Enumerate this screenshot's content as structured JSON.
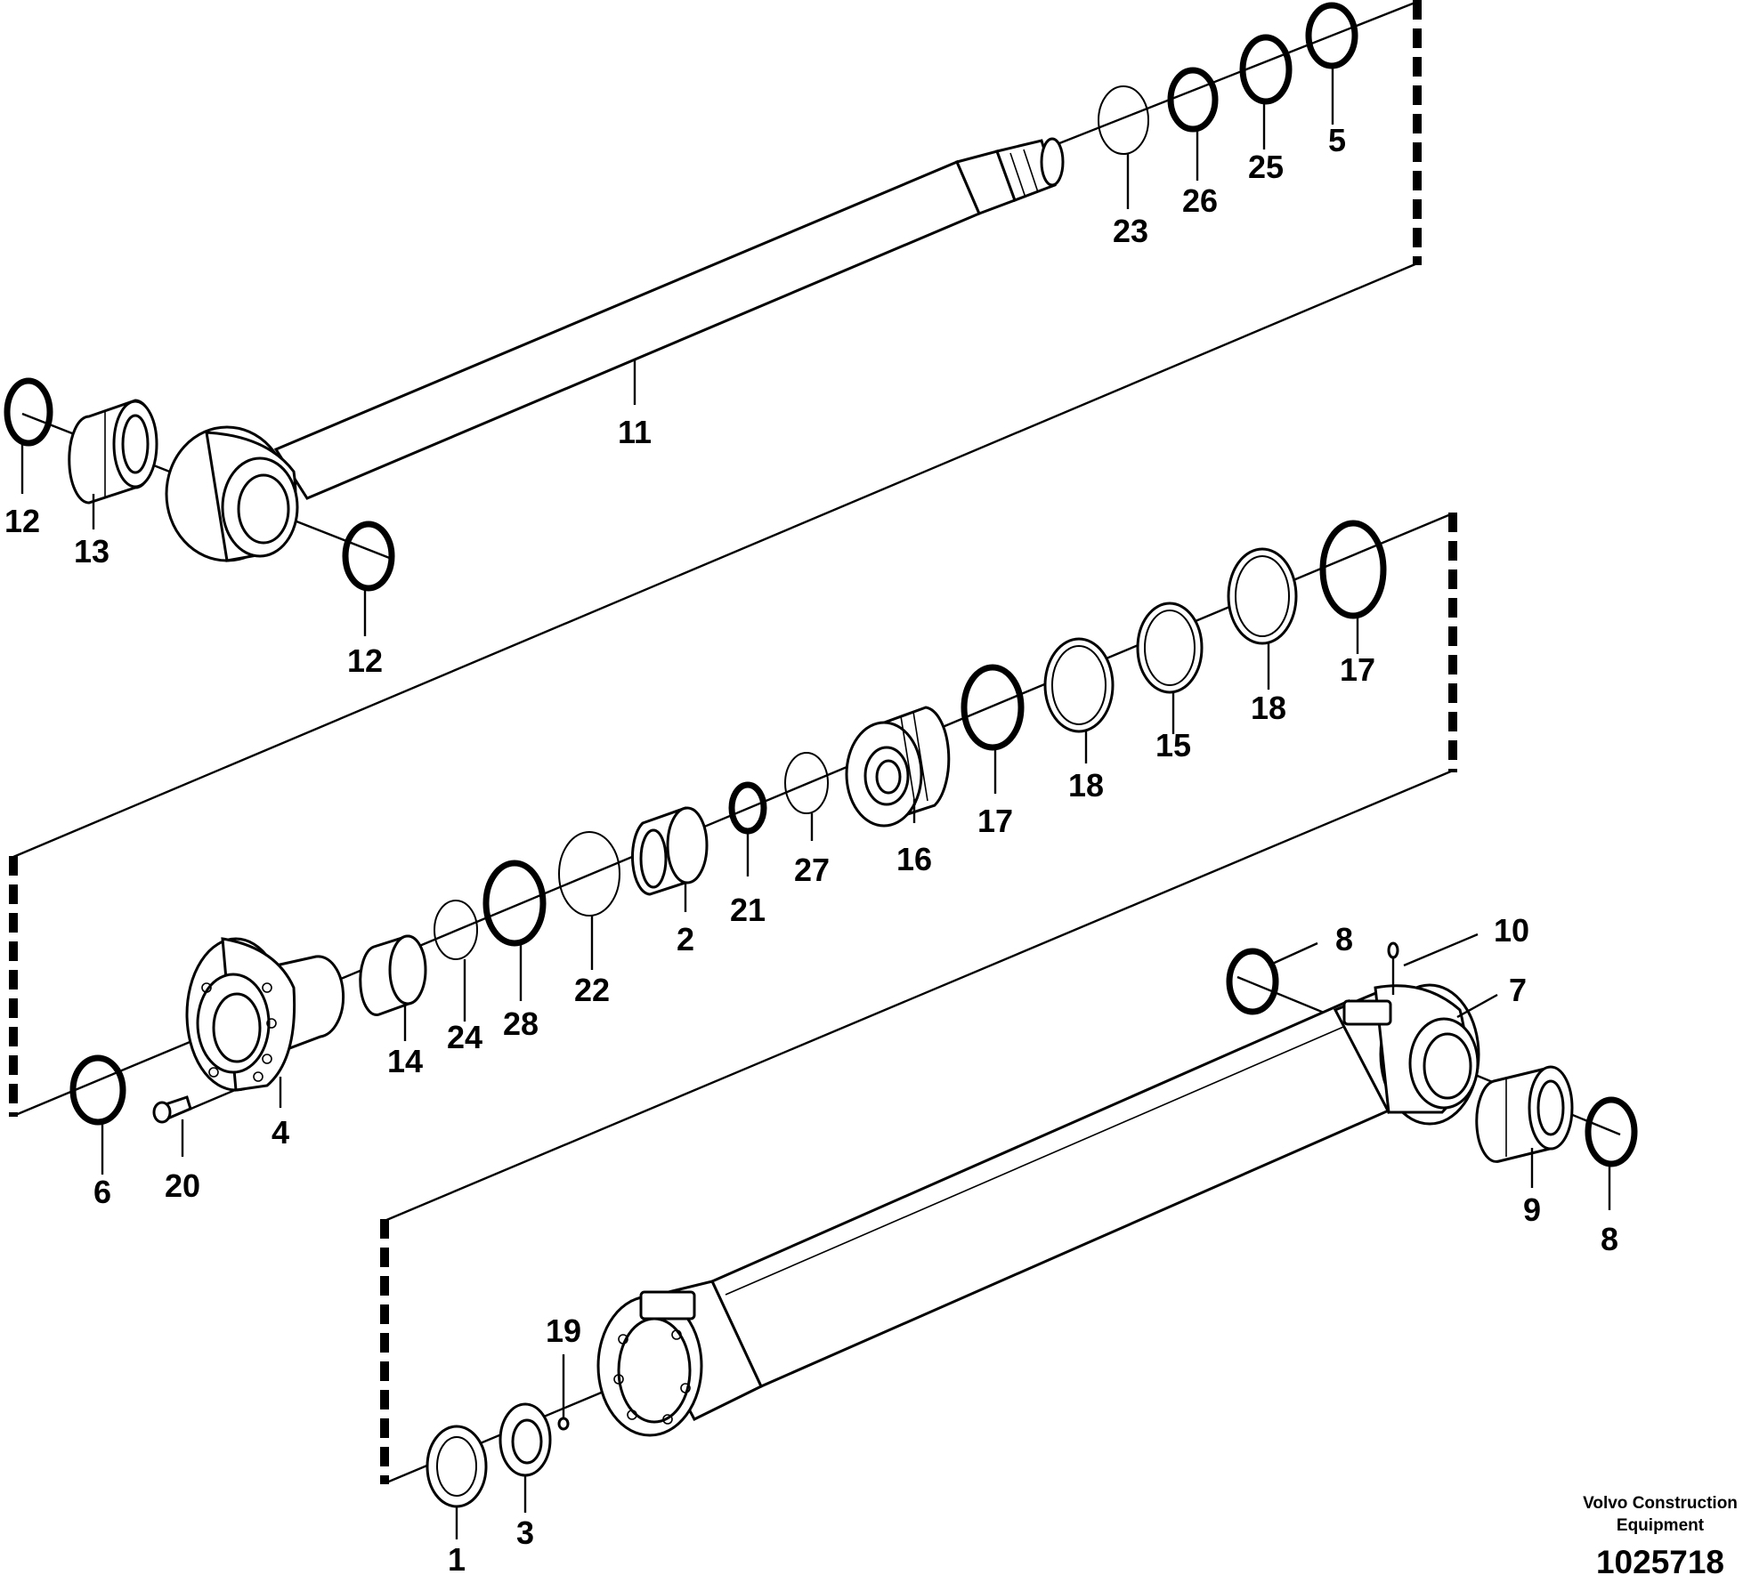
{
  "diagram": {
    "callouts": [
      {
        "id": "p5",
        "text": "5"
      },
      {
        "id": "p25",
        "text": "25"
      },
      {
        "id": "p26",
        "text": "26"
      },
      {
        "id": "p23",
        "text": "23"
      },
      {
        "id": "p11",
        "text": "11"
      },
      {
        "id": "p12a",
        "text": "12"
      },
      {
        "id": "p13",
        "text": "13"
      },
      {
        "id": "p12b",
        "text": "12"
      },
      {
        "id": "p17a",
        "text": "17"
      },
      {
        "id": "p18a",
        "text": "18"
      },
      {
        "id": "p15",
        "text": "15"
      },
      {
        "id": "p18b",
        "text": "18"
      },
      {
        "id": "p17b",
        "text": "17"
      },
      {
        "id": "p16",
        "text": "16"
      },
      {
        "id": "p27",
        "text": "27"
      },
      {
        "id": "p21",
        "text": "21"
      },
      {
        "id": "p2",
        "text": "2"
      },
      {
        "id": "p22",
        "text": "22"
      },
      {
        "id": "p28",
        "text": "28"
      },
      {
        "id": "p24",
        "text": "24"
      },
      {
        "id": "p14",
        "text": "14"
      },
      {
        "id": "p4",
        "text": "4"
      },
      {
        "id": "p20",
        "text": "20"
      },
      {
        "id": "p6",
        "text": "6"
      },
      {
        "id": "p8a",
        "text": "8"
      },
      {
        "id": "p10",
        "text": "10"
      },
      {
        "id": "p7",
        "text": "7"
      },
      {
        "id": "p9",
        "text": "9"
      },
      {
        "id": "p8b",
        "text": "8"
      },
      {
        "id": "p19",
        "text": "19"
      },
      {
        "id": "p1",
        "text": "1"
      },
      {
        "id": "p3",
        "text": "3"
      }
    ]
  },
  "footer": {
    "brand_line1": "Volvo Construction",
    "brand_line2": "Equipment",
    "document_number": "1025718"
  }
}
